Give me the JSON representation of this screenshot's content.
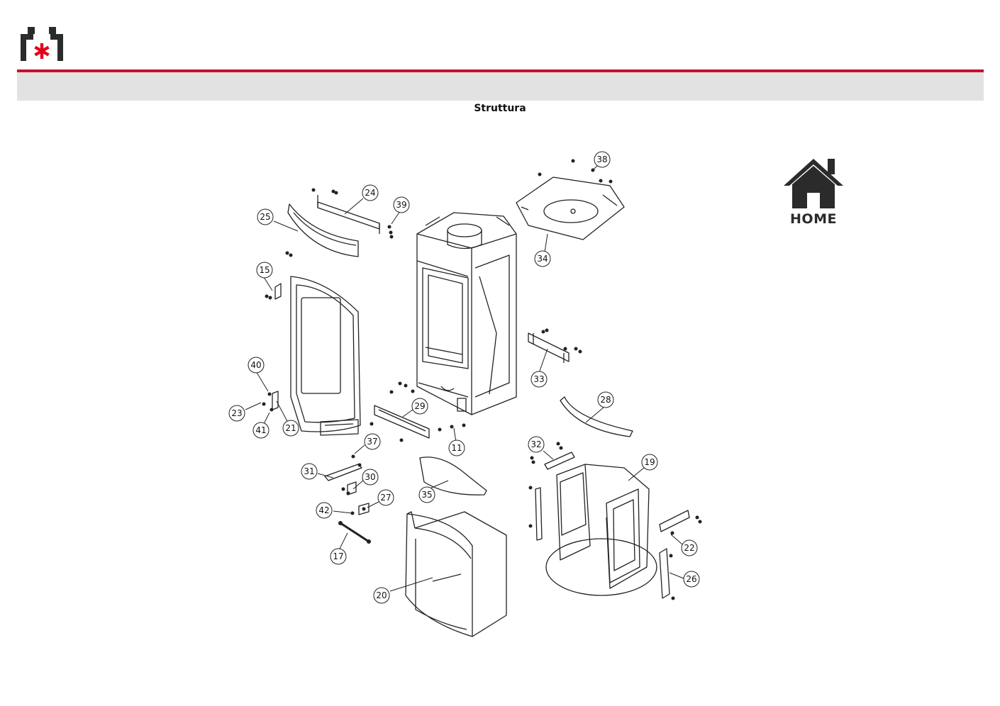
{
  "section_title": "Struttura",
  "home_label": "HOME",
  "colors": {
    "brand_red": "#c8102e",
    "band_grey": "#e2e2e2",
    "line": "#222222"
  },
  "icons": [
    "brand-logo-icon",
    "home-icon"
  ],
  "parts": {
    "p11": "11",
    "p15": "15",
    "p17": "17",
    "p19": "19",
    "p20": "20",
    "p21": "21",
    "p22": "22",
    "p23": "23",
    "p24": "24",
    "p25": "25",
    "p26": "26",
    "p27": "27",
    "p28": "28",
    "p29": "29",
    "p30": "30",
    "p31": "31",
    "p32": "32",
    "p33": "33",
    "p34": "34",
    "p35": "35",
    "p37": "37",
    "p38": "38",
    "p39": "39",
    "p40": "40",
    "p41": "41",
    "p42": "42"
  }
}
